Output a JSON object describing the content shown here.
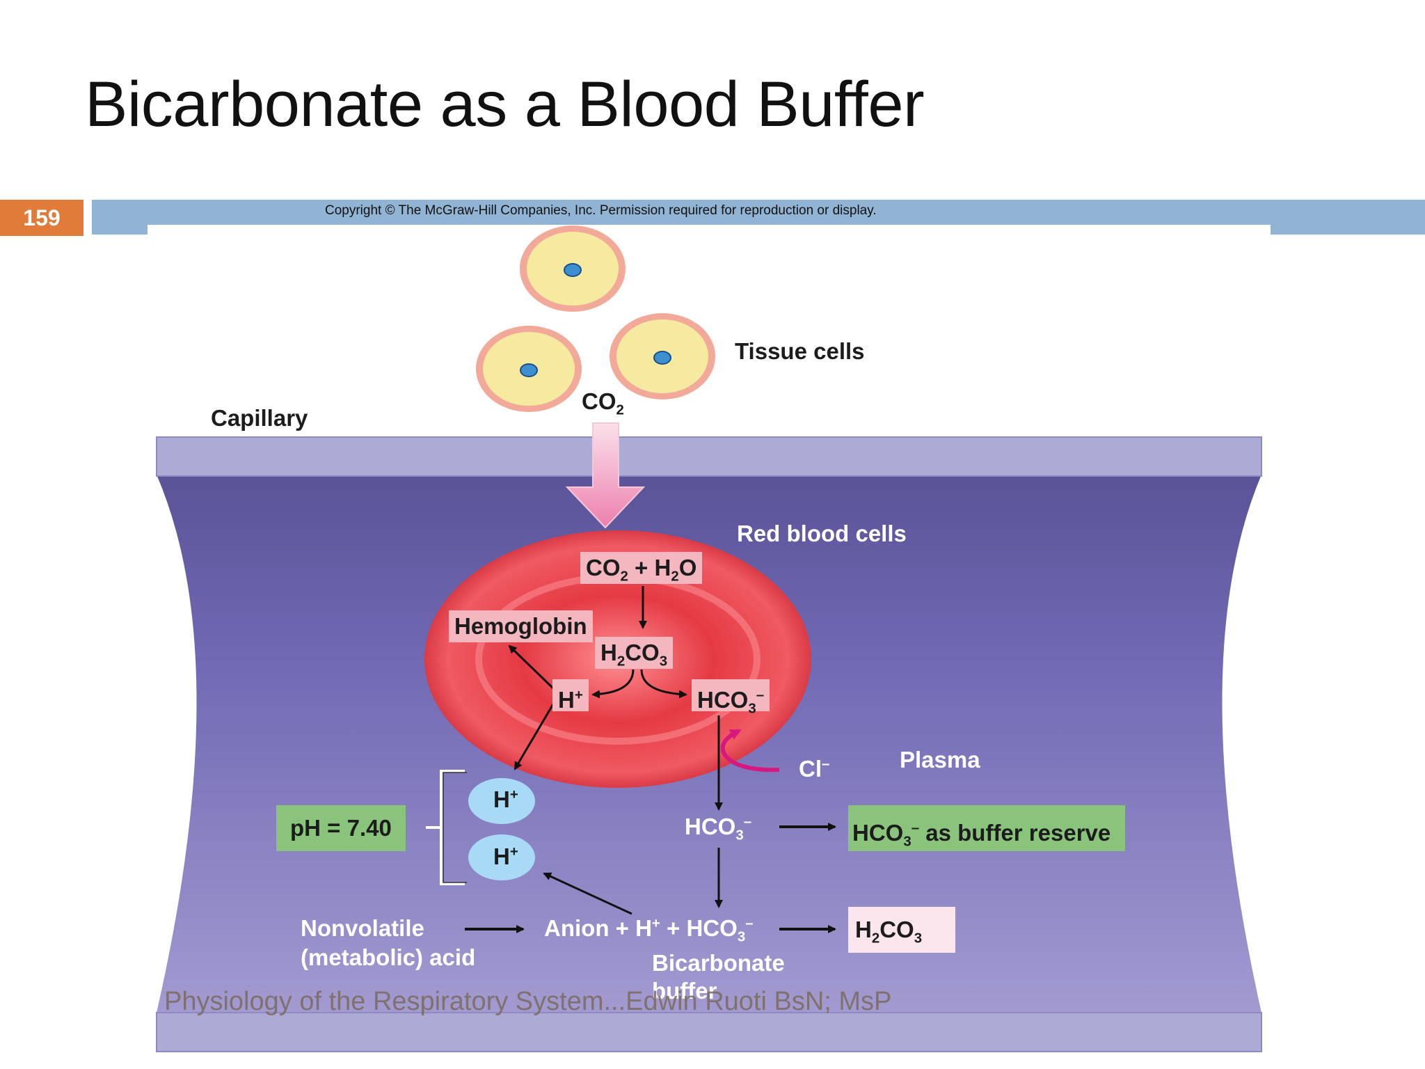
{
  "slide": {
    "title": "Bicarbonate as a Blood Buffer",
    "page_number": "159",
    "copyright": "Copyright © The McGraw-Hill Companies, Inc. Permission required for reproduction or display.",
    "footer": "Physiology of the Respiratory System...Edwin Ruoti BsN; MsP"
  },
  "diagram": {
    "tissue_cells": "Tissue cells",
    "capillary": "Capillary",
    "co2": "CO",
    "co2_sub": "2",
    "red_blood_cells": "Red blood cells",
    "plasma": "Plasma",
    "hemoglobin": "Hemoglobin",
    "reaction_top": {
      "a": "CO",
      "a_sub": "2",
      "plus": " + H",
      "b_sub": "2",
      "c": "O"
    },
    "carbonic_acid": {
      "a": "H",
      "a_sub": "2",
      "b": "CO",
      "b_sub": "3"
    },
    "h_plus": {
      "base": "H",
      "sup": "+"
    },
    "hco3": {
      "base": "HCO",
      "sub": "3",
      "sup": "–"
    },
    "chloride": {
      "base": "Cl",
      "sup": "–"
    },
    "ph_box": "pH = 7.40",
    "buffer_reserve": {
      "base": "HCO",
      "sub": "3",
      "sup": "–",
      "rest": " as buffer reserve"
    },
    "nonvolatile_line1": "Nonvolatile",
    "nonvolatile_line2": "(metabolic) acid",
    "anion_eq": {
      "a": "Anion + H",
      "a_sup": "+",
      "b": " + HCO",
      "b_sub": "3",
      "b_sup": "–"
    },
    "bicarbonate_buffer_line1": "Bicarbonate",
    "bicarbonate_buffer_line2": "buffer",
    "h2co3_out": {
      "a": "H",
      "a_sub": "2",
      "b": "CO",
      "b_sub": "3"
    }
  },
  "colors": {
    "accent_orange": "#e07b39",
    "band_blue": "#92b4d4",
    "vessel_wall": "#aeaad6",
    "vessel_inner": "#6a64ae",
    "rbc_red": "#e0303d",
    "label_pink": "#f4b7c0",
    "buffer_green": "#8ac47c",
    "ion_blue": "#a9daf5",
    "chloride_arrow": "#d6187f"
  }
}
